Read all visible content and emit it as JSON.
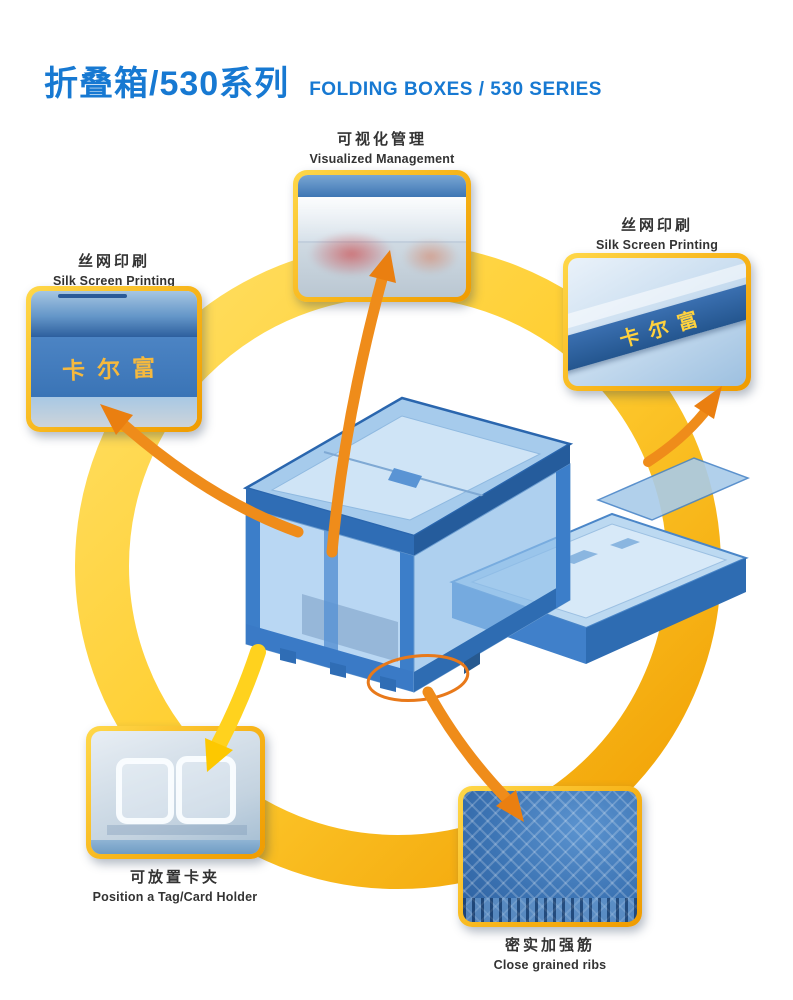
{
  "page": {
    "title_cn": "折叠箱/530系列",
    "title_en": "FOLDING BOXES / 530 SERIES"
  },
  "callouts": {
    "visualized": {
      "label_cn": "可视化管理",
      "label_en": "Visualized Management"
    },
    "silk_screen_right": {
      "label_cn": "丝网印刷",
      "label_en": "Silk Screen Printing",
      "brand_text": "卡尔富"
    },
    "silk_screen_left": {
      "label_cn": "丝网印刷",
      "label_en": "Silk Screen Printing",
      "brand_text": "卡尔富"
    },
    "card_holder": {
      "label_cn": "可放置卡夹",
      "label_en": "Position a Tag/Card Holder"
    },
    "ribs": {
      "label_cn": "密实加强筋",
      "label_en": "Close grained ribs"
    }
  },
  "icons": {
    "arrows": [
      "arrow-visualized-icon",
      "arrow-silk-left-icon",
      "arrow-silk-right-icon",
      "arrow-card-holder-icon",
      "arrow-ribs-icon"
    ],
    "highlight": "highlight-ellipse"
  },
  "colors": {
    "title_blue": "#1779d2",
    "ring_yellow": "#ffcf33",
    "ring_orange": "#f09d00",
    "arrow_orange": "#ef8c1a",
    "arrow_yellow": "#ffd21e",
    "box_blue": "#2f6db5",
    "brand_yellow": "#f7c948"
  }
}
